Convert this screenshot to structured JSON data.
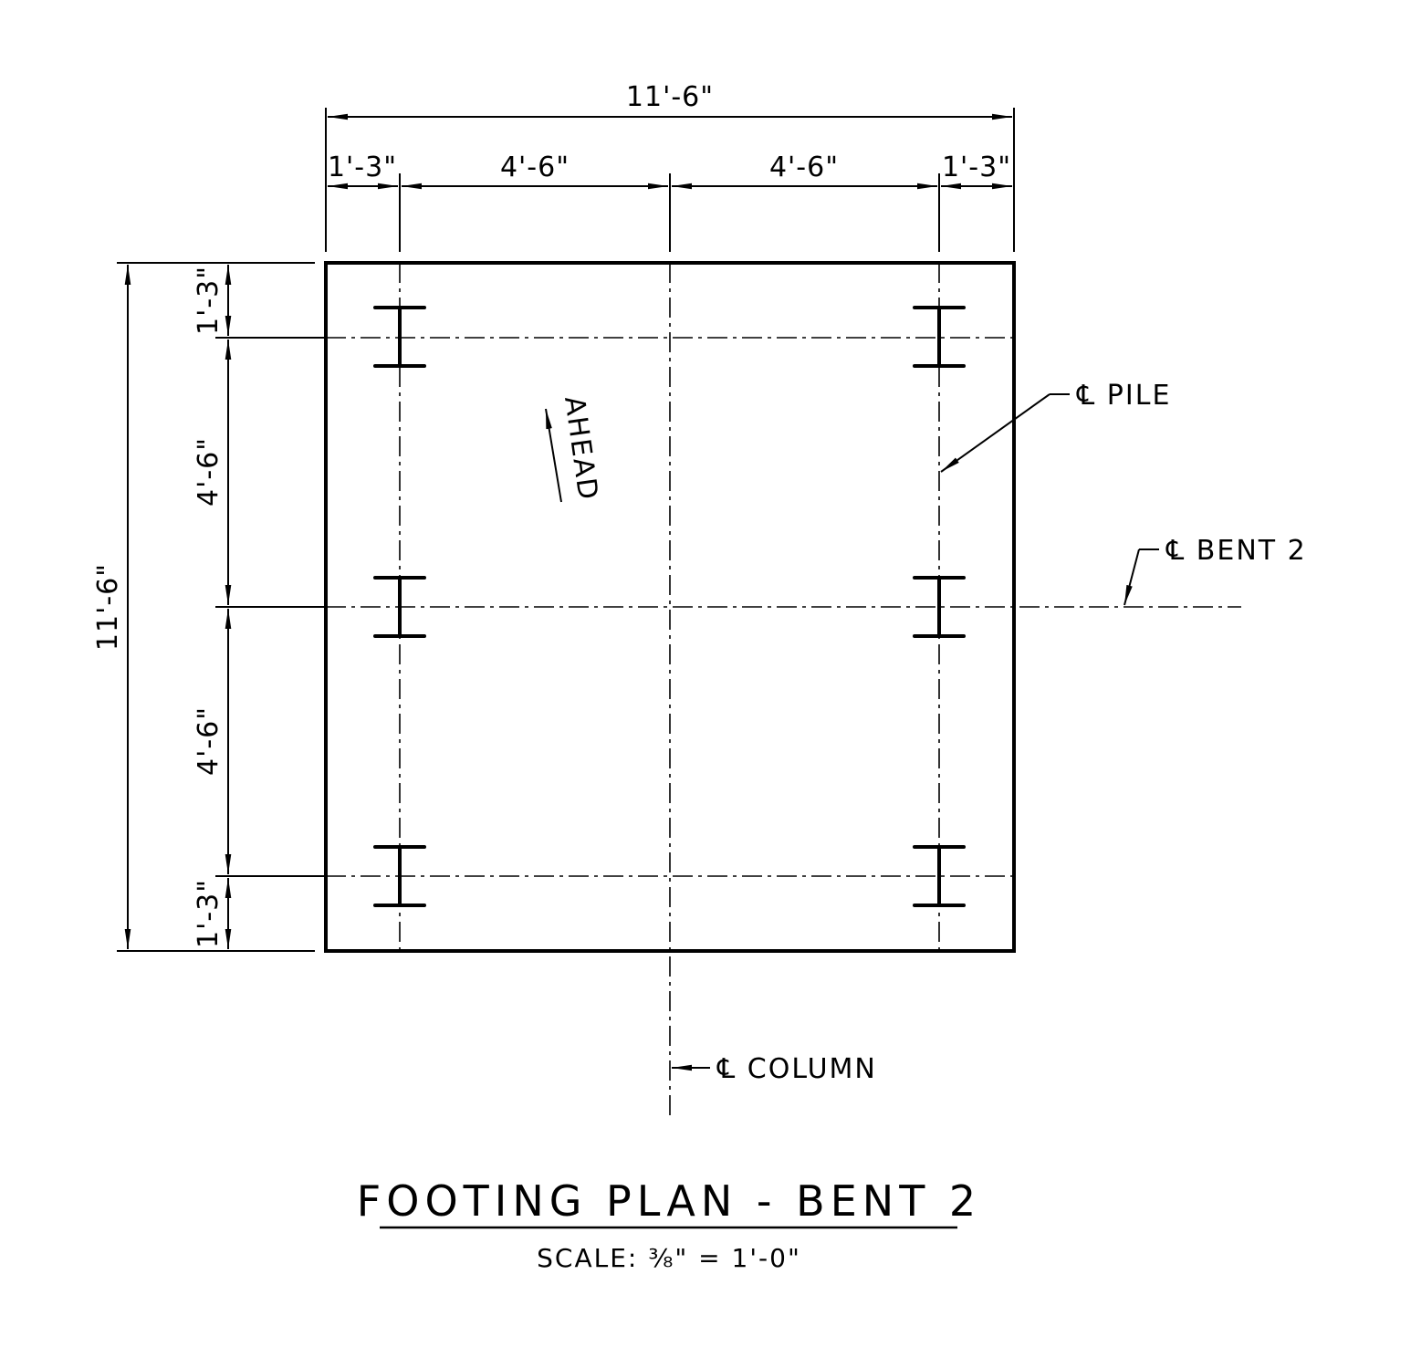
{
  "title": "FOOTING PLAN - BENT 2",
  "scale": "SCALE: ⅜\" = 1'-0\"",
  "dimensions": {
    "overall_width": "11'-6\"",
    "overall_height": "11'-6\"",
    "edge_left": "1'-3\"",
    "span_left": "4'-6\"",
    "span_right": "4'-6\"",
    "edge_right": "1'-3\"",
    "edge_top": "1'-3\"",
    "span_upper": "4'-6\"",
    "span_lower": "4'-6\"",
    "edge_bottom": "1'-3\""
  },
  "labels": {
    "ahead": "AHEAD",
    "cl_pile": "℄ PILE",
    "cl_bent": "℄ BENT 2",
    "cl_column": "℄ COLUMN"
  },
  "pile_count": 6
}
